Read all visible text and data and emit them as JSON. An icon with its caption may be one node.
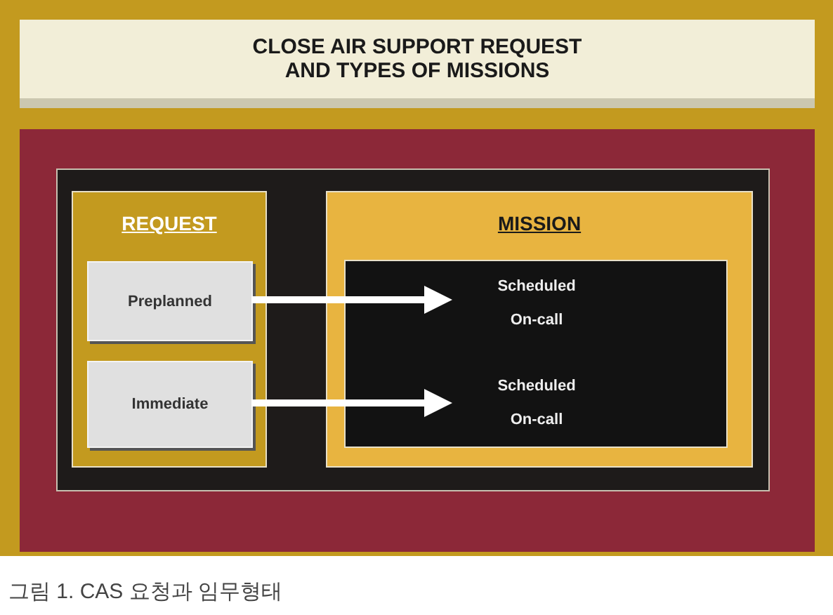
{
  "diagram": {
    "title": "CLOSE AIR SUPPORT REQUEST AND TYPES OF MISSIONS",
    "caption": "그림 1. CAS 요청과 임무형태",
    "nodes": [
      {
        "text": [
          "REQUEST"
        ]
      },
      {
        "text": [
          "Preplanned"
        ],
        "in": 0
      },
      {
        "text": [
          "Immediate"
        ],
        "in": 0
      },
      {
        "text": [
          "MISSION"
        ]
      },
      {
        "text": [],
        "shape": "box",
        "in": 3
      },
      {
        "text": [
          "Scheduled",
          "On-call"
        ],
        "in": 4
      },
      {
        "text": [
          "Scheduled",
          "On-call"
        ],
        "in": 4
      }
    ],
    "edges": [
      {
        "from": 1,
        "to": 5,
        "arrow": "to"
      },
      {
        "from": 2,
        "to": 6,
        "arrow": "to"
      }
    ]
  }
}
